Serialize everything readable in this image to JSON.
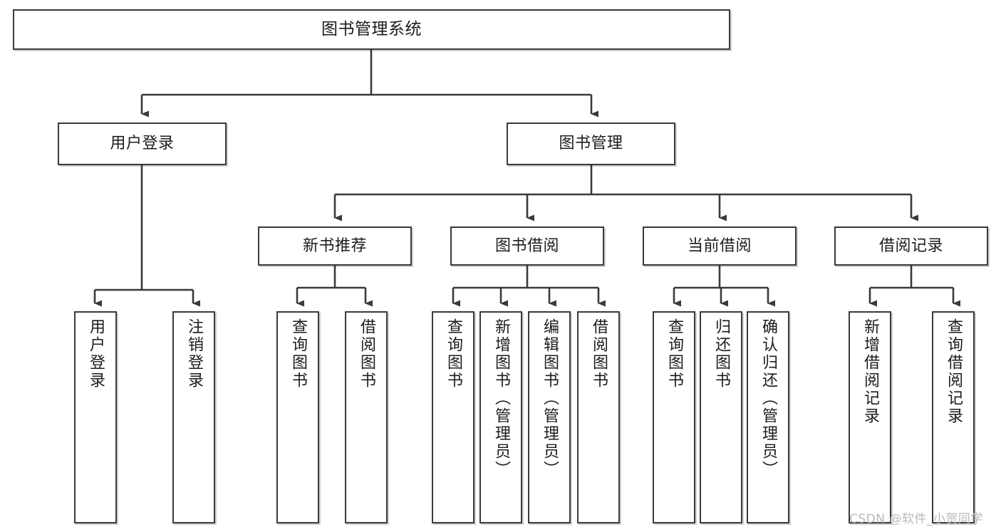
{
  "diagram": {
    "type": "tree-hierarchy-chart",
    "title": "图书管理系统",
    "watermark": "CSDN @软件_小贺同学",
    "colors": {
      "border": "#3a3a3a",
      "background": "#ffffff",
      "text": "#1c1c1c",
      "watermark": "#b9b9b9"
    },
    "nodes": {
      "root": {
        "label": "图书管理系统"
      },
      "level2": [
        {
          "label": "用户登录"
        },
        {
          "label": "图书管理"
        }
      ],
      "level3": [
        {
          "label": "新书推荐"
        },
        {
          "label": "图书借阅"
        },
        {
          "label": "当前借阅"
        },
        {
          "label": "借阅记录"
        }
      ],
      "leaves": {
        "user_login": [
          {
            "label": "用户登录"
          },
          {
            "label": "注销登录"
          }
        ],
        "new_book_recommend": [
          {
            "label": "查询图书"
          },
          {
            "label": "借阅图书"
          }
        ],
        "book_borrow": [
          {
            "label": "查询图书"
          },
          {
            "label": "新增图书（管理员）"
          },
          {
            "label": "编辑图书（管理员）"
          },
          {
            "label": "借阅图书"
          }
        ],
        "current_borrow": [
          {
            "label": "查询图书"
          },
          {
            "label": "归还图书"
          },
          {
            "label": "确认归还（管理员）"
          }
        ],
        "borrow_record": [
          {
            "label": "新增借阅记录"
          },
          {
            "label": "查询借阅记录"
          }
        ]
      }
    }
  }
}
